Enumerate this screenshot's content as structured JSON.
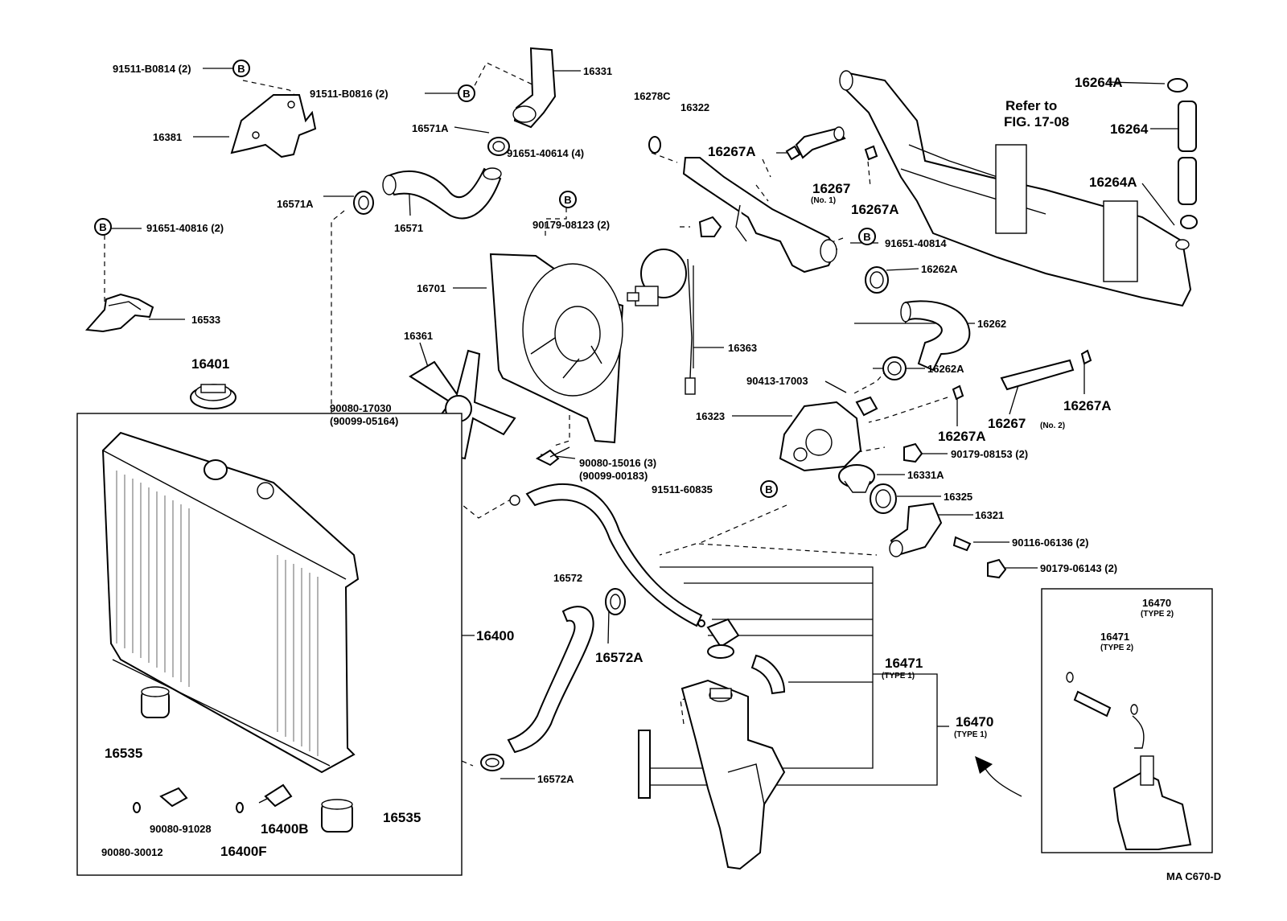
{
  "labels": {
    "b0814": "91511-B0814 (2)",
    "b0816": "91511-B0816 (2)",
    "p16331": "16331",
    "p16381": "16381",
    "p16571a_top": "16571A",
    "p16571a_left": "16571A",
    "p16571": "16571",
    "p91651_40614": "91651-40614 (4)",
    "p91651_40816": "91651-40816 (2)",
    "p16278c": "16278C",
    "p16322": "16322",
    "p16267a_1": "16267A",
    "p16267_no1": "16267",
    "p16267_no1_sub": "(No. 1)",
    "p16267a_2": "16267A",
    "p90179_08123": "90179-08123 (2)",
    "p91651_40814": "91651-40814",
    "p16262a_1": "16262A",
    "p16262": "16262",
    "p16262a_2": "16262A",
    "refer_line1": "Refer to",
    "refer_line2": "FIG. 17-08",
    "p16264a_1": "16264A",
    "p16264": "16264",
    "p16264a_2": "16264A",
    "p16533": "16533",
    "p16701": "16701",
    "p16361": "16361",
    "p16363": "16363",
    "p16401": "16401",
    "p90413": "90413-17003",
    "p16323": "16323",
    "p16267_no2": "16267",
    "p16267_no2_sub": "(No. 2)",
    "p16267a_3": "16267A",
    "p16267a_4": "16267A",
    "p90080_17030": "90080-17030",
    "p90099_05164": "(90099-05164)",
    "p90080_15016": "90080-15016 (3)",
    "p90099_00183": "(90099-00183)",
    "p90179_08153": "90179-08153 (2)",
    "p16331a": "16331A",
    "p91511_60835": "91511-60835",
    "p16325": "16325",
    "p16321": "16321",
    "p90116": "90116-06136 (2)",
    "p90179_06143": "90179-06143 (2)",
    "p16572": "16572",
    "p16572a_1": "16572A",
    "p16572a_2": "16572A",
    "p16400": "16400",
    "p16471_t1": "16471",
    "p16471_t1_sub": "(TYPE 1)",
    "p16470_t1": "16470",
    "p16470_t1_sub": "(TYPE 1)",
    "p16470_t2": "16470",
    "p16470_t2_sub": "(TYPE 2)",
    "p16471_t2": "16471",
    "p16471_t2_sub": "(TYPE 2)",
    "p16535_1": "16535",
    "p16535_2": "16535",
    "p90080_91028": "90080-91028",
    "p90080_30012": "90080-30012",
    "p16400f": "16400F",
    "p16400b": "16400B",
    "bolt_marker": "B",
    "diagram_code": "MA C670-D"
  }
}
